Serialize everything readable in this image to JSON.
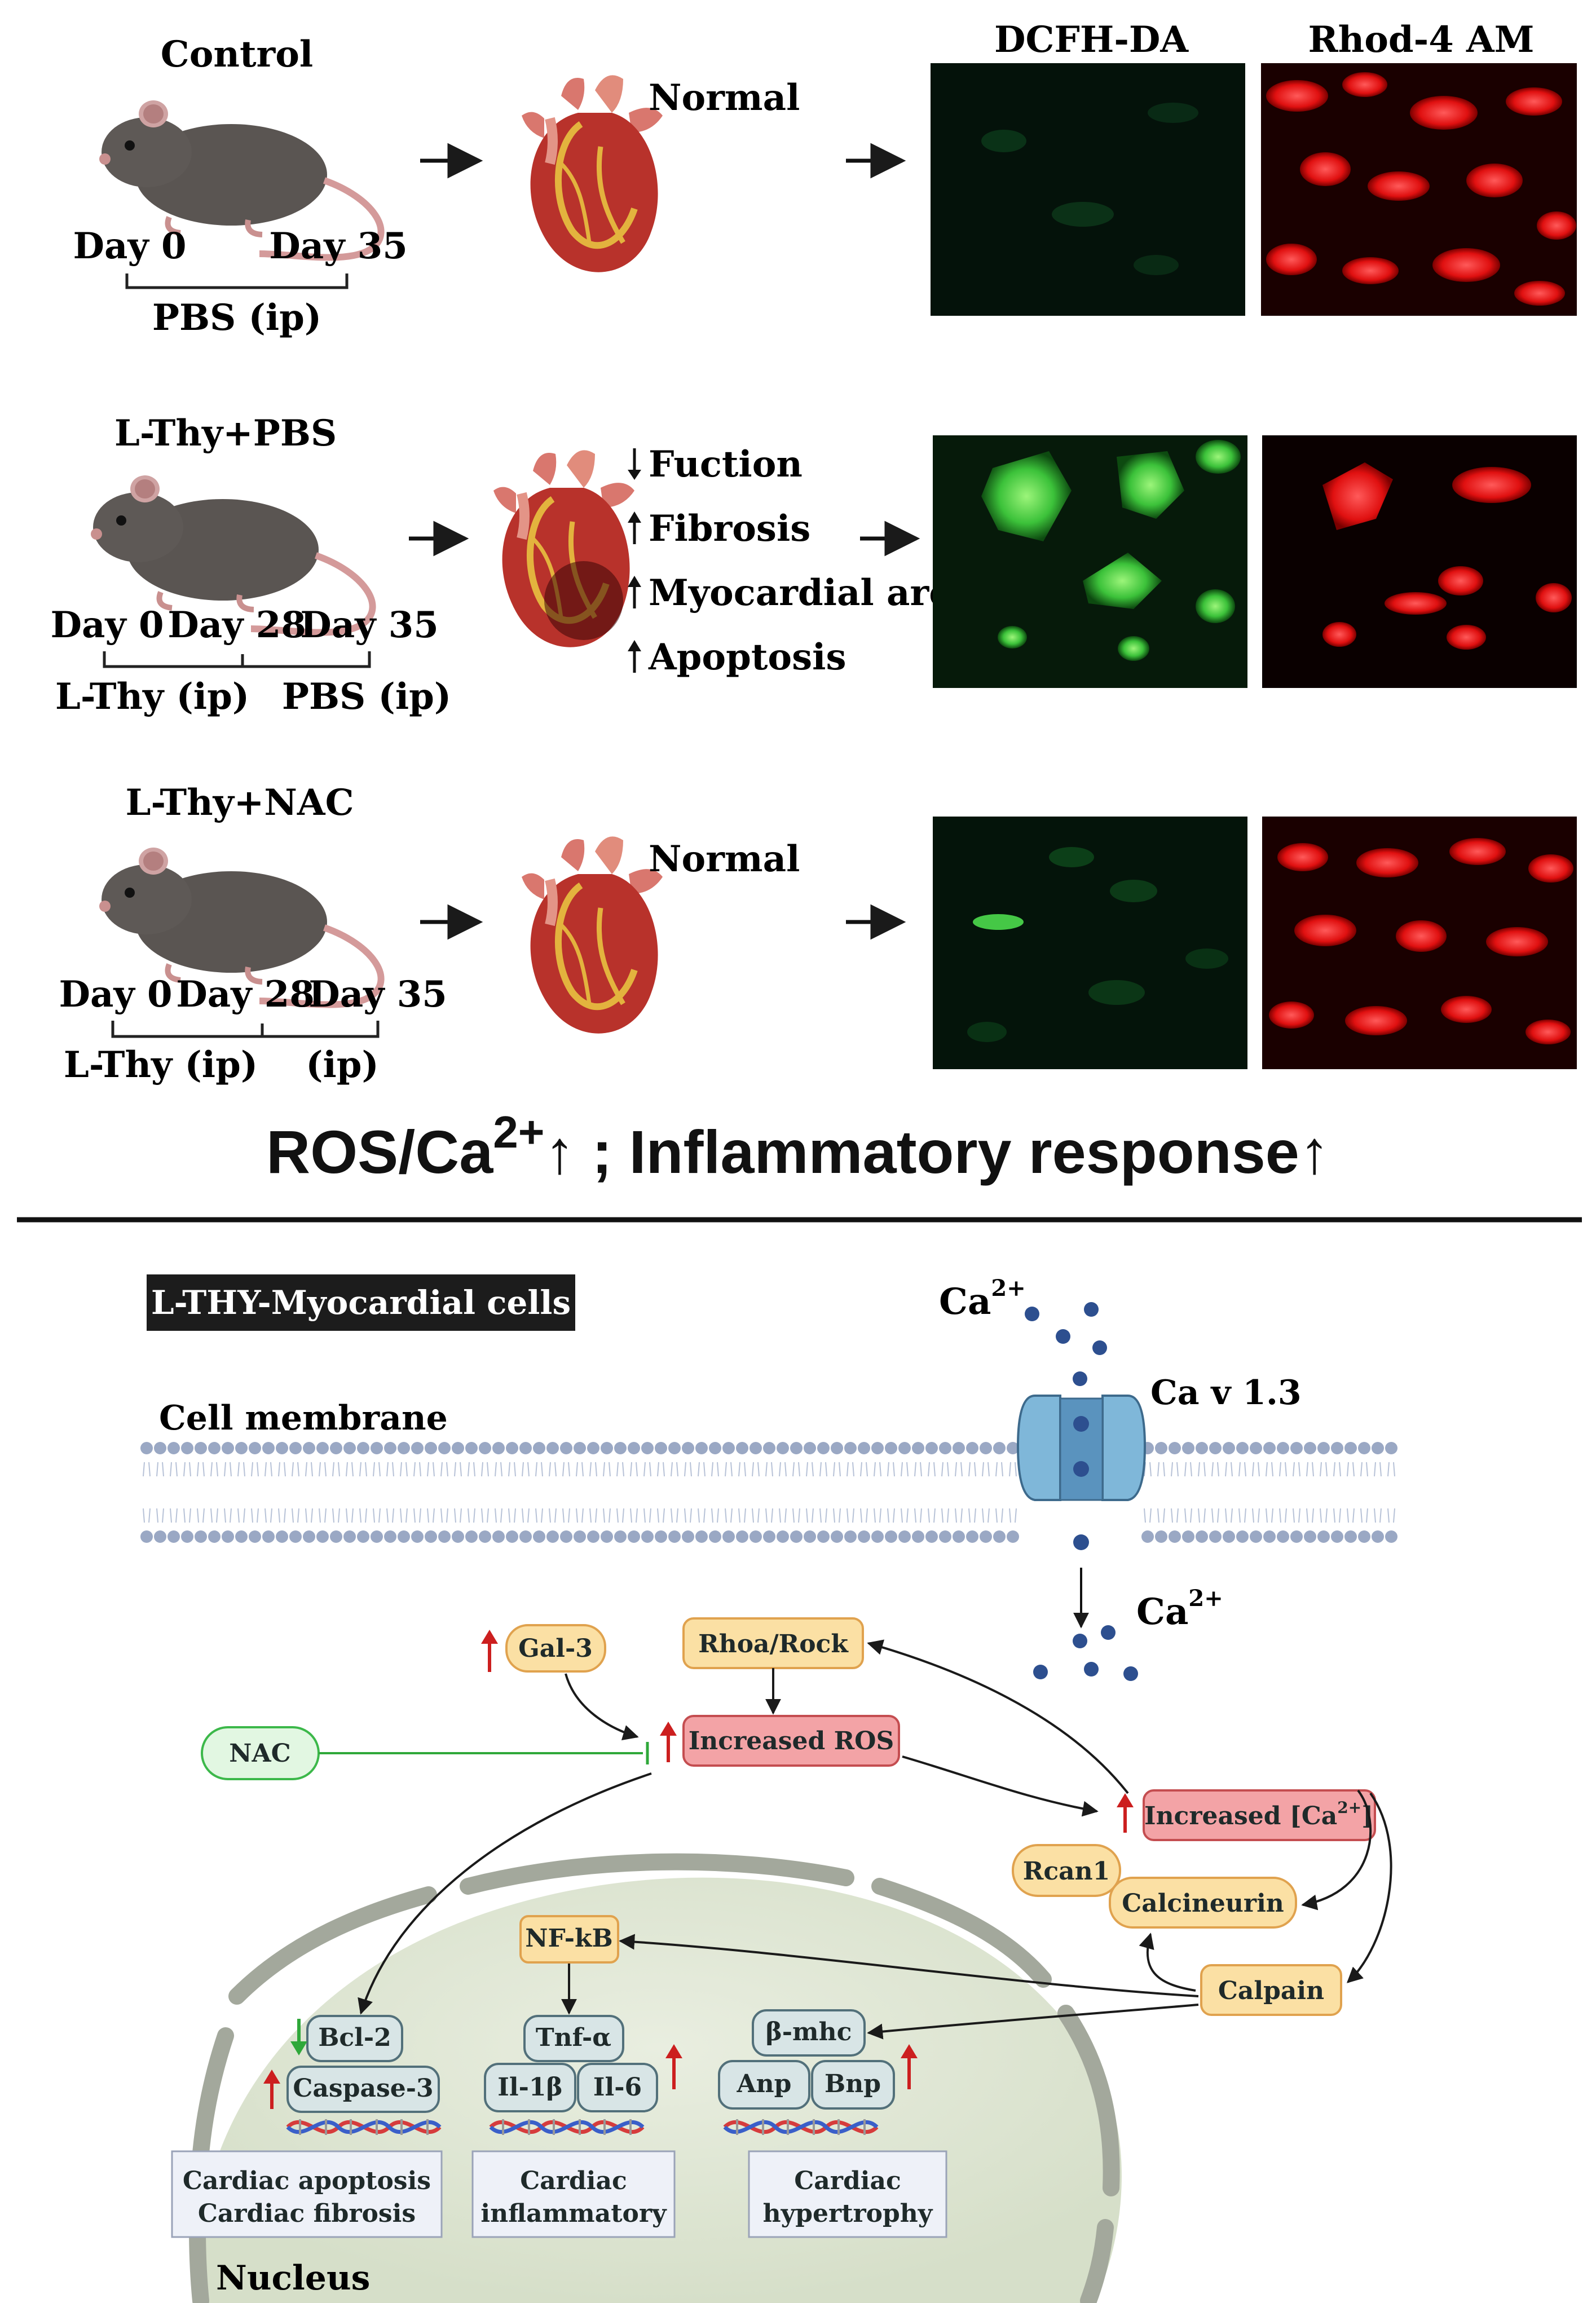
{
  "panel_top": {
    "rows": [
      {
        "group": "Control",
        "days": [
          "Day 0",
          "Day 35"
        ],
        "treatments": [
          "PBS (ip)"
        ],
        "outcome_text": "Normal",
        "outcome_items": []
      },
      {
        "group": "L-Thy+PBS",
        "days": [
          "Day 0",
          "Day 28",
          "Day 35"
        ],
        "treatments": [
          "L-Thy (ip)",
          "PBS (ip)"
        ],
        "outcome_text": "",
        "outcome_items": [
          {
            "dir": "down",
            "label": "Fuction"
          },
          {
            "dir": "up",
            "label": "Fibrosis"
          },
          {
            "dir": "up",
            "label": "Myocardial area"
          },
          {
            "dir": "up",
            "label": "Apoptosis"
          }
        ]
      },
      {
        "group": "L-Thy+NAC",
        "days": [
          "Day 0",
          "Day 28",
          "Day 35"
        ],
        "treatments": [
          "L-Thy (ip)",
          "(ip)"
        ],
        "outcome_text": "Normal",
        "outcome_items": []
      }
    ],
    "stain_headers": [
      "DCFH-DA",
      "Rhod-4 AM"
    ],
    "stain_levels": {
      "control": "low",
      "lthy_pbs": "high",
      "lthy_nac": "low"
    },
    "summary": {
      "pre": "ROS/Ca",
      "sup": "2+",
      "mid": "↑ ; Inflammatory response",
      "post": "↑"
    }
  },
  "panel_bottom": {
    "title": "L-THY-Myocardial cells",
    "membrane_label": "Cell membrane",
    "channel_label": "Ca v 1.3",
    "ca_top": {
      "base": "Ca",
      "sup": "2+"
    },
    "ca_bottom": {
      "base": "Ca",
      "sup": "2+"
    },
    "nodes": {
      "gal3": "Gal-3",
      "rhoa": "Rhoa/Rock",
      "nac": "NAC",
      "ros": "Increased ROS",
      "ca_inc": "Increased [Ca",
      "ca_inc_sup": "2+",
      "ca_inc_close": "]",
      "rcan1": "Rcan1",
      "calcineurin": "Calcineurin",
      "calpain": "Calpain",
      "nfkb": "NF-kB",
      "bcl2": "Bcl-2",
      "caspase3": "Caspase-3",
      "tnfa": "Tnf-α",
      "il1b": "Il-1β",
      "il6": "Il-6",
      "bmhc": "β-mhc",
      "anp": "Anp",
      "bnp": "Bnp"
    },
    "outcomes": [
      [
        "Cardiac apoptosis",
        "Cardiac fibrosis"
      ],
      [
        "Cardiac",
        "inflammatory"
      ],
      [
        "Cardiac",
        "hypertrophy"
      ]
    ],
    "nucleus_label": "Nucleus",
    "colors": {
      "up_arrow": "#cc1f1f",
      "down_arrow": "#2fa83a",
      "inhibit": "#2fa83a",
      "ion": "#2d4f8f",
      "channel": "#7fb7d9"
    }
  }
}
